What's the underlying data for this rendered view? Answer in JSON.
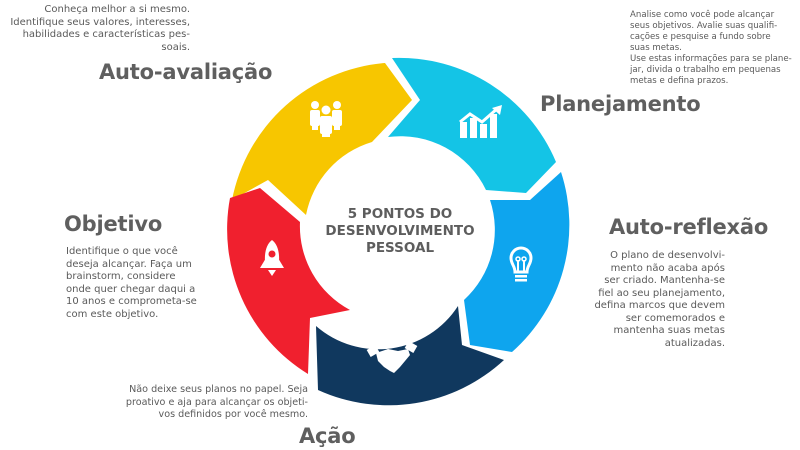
{
  "center": {
    "title_lines": [
      "5 PONTOS DO",
      "DESENVOLVIMENTO",
      "PESSOAL"
    ]
  },
  "steps": [
    {
      "id": "auto-avaliacao",
      "title": "Auto-avaliação",
      "icon": "people-group-icon",
      "color": "#f7c600",
      "description_lines": [
        "Conheça melhor a si mesmo.",
        "Identifique seus valores, interesses,",
        "habilidades e características pes-",
        "soais."
      ]
    },
    {
      "id": "planejamento",
      "title": "Planejamento",
      "icon": "growth-chart-icon",
      "color": "#14c4e6",
      "description_lines": [
        "Analise como você pode alcançar",
        "seus objetivos. Avalie suas qualifi-",
        "cações e pesquise a fundo sobre",
        "suas metas.",
        "Use estas informações para se plane-",
        "jar, divida o trabalho em pequenas",
        "metas e defina prazos."
      ]
    },
    {
      "id": "auto-reflexao",
      "title": "Auto-reflexão",
      "icon": "lightbulb-icon",
      "color": "#0ea5ee",
      "description_lines": [
        "O plano de desenvolvi-",
        "mento não acaba após",
        "ser criado. Mantenha-se",
        "fiel ao seu planejamento,",
        "defina marcos que devem",
        "ser comemorados e",
        "mantenha suas metas",
        "atualizadas."
      ]
    },
    {
      "id": "acao",
      "title": "Ação",
      "icon": "handshake-icon",
      "color": "#10385e",
      "description_lines": [
        "Não deixe seus planos no papel. Seja",
        "proativo e aja para alcançar os objeti-",
        "vos definidos por você mesmo."
      ]
    },
    {
      "id": "objetivo",
      "title": "Objetivo",
      "icon": "rocket-icon",
      "color": "#f0202e",
      "description_lines": [
        "Identifique o que você",
        "deseja alcançar. Faça um",
        "brainstorm, considere",
        "onde quer chegar daqui a",
        "10 anos e comprometa-se",
        "com este objetivo."
      ]
    }
  ]
}
